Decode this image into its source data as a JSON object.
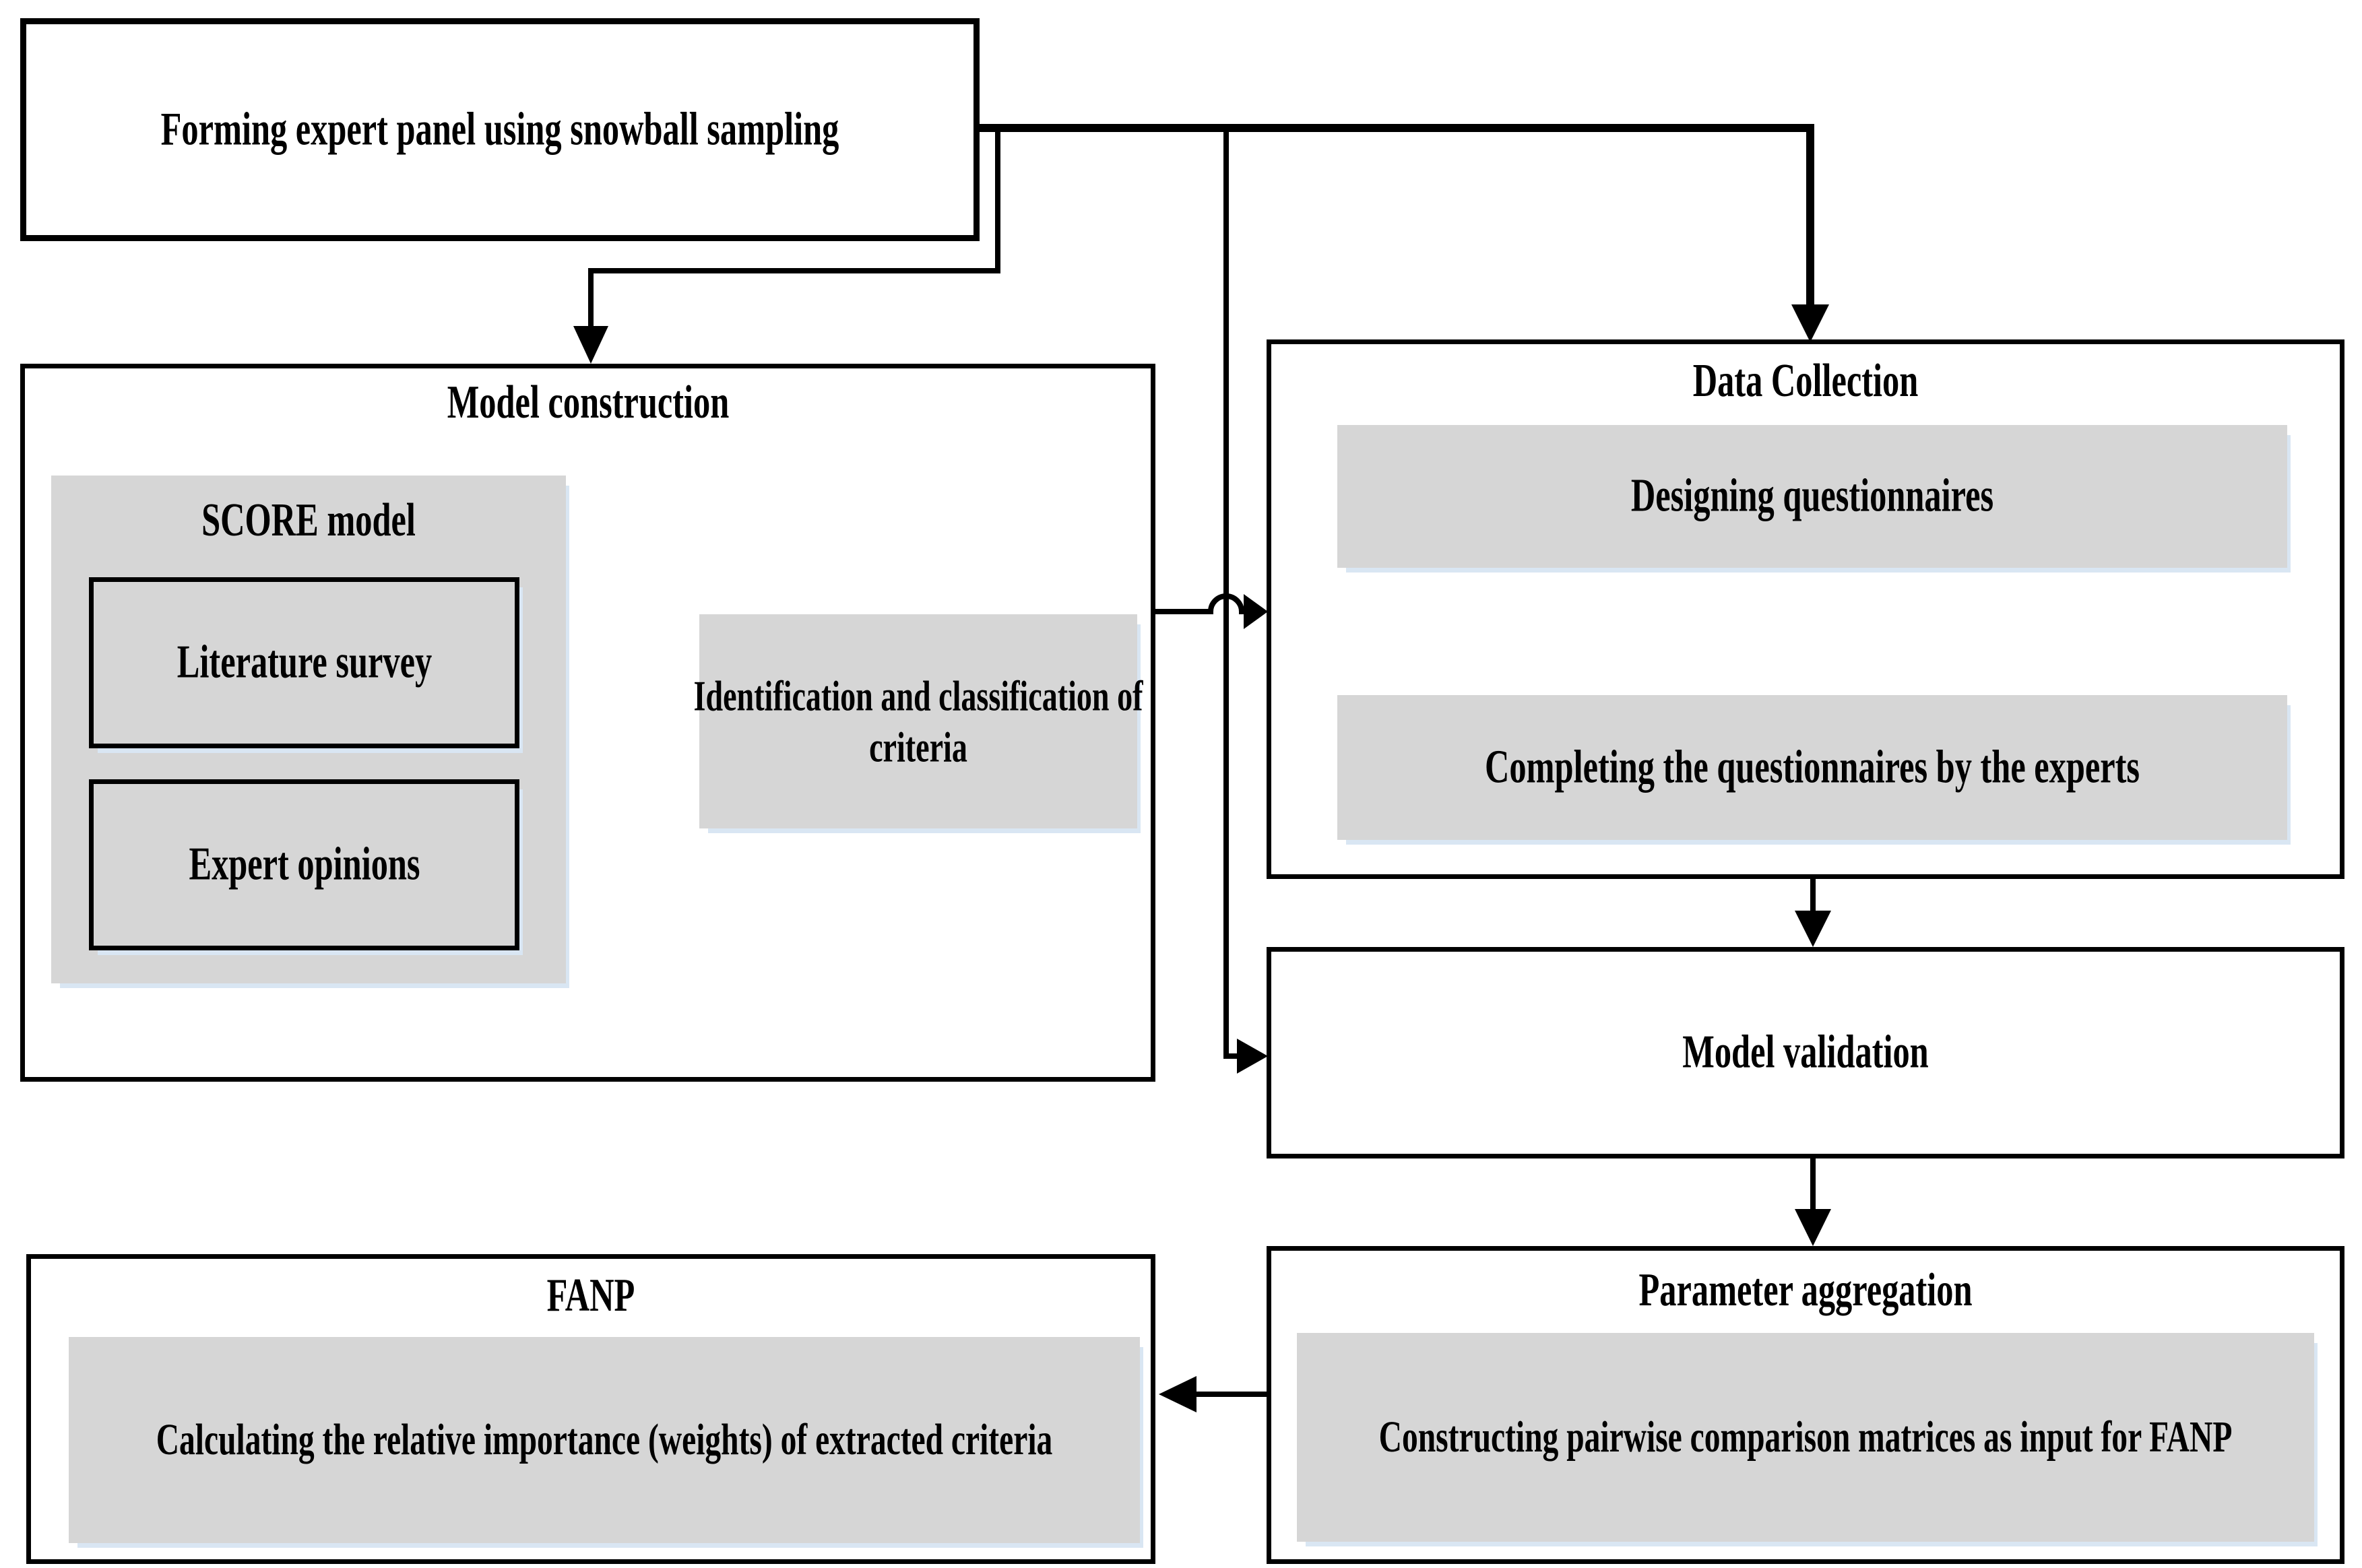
{
  "colors": {
    "box_fill_gray": "#d6d6d6",
    "shadow_blue": "#d9e6f3",
    "line_black": "#000000",
    "background": "#ffffff"
  },
  "top_box": {
    "label": "Forming expert panel using snowball sampling"
  },
  "model_construction": {
    "title": "Model construction",
    "score_model": {
      "title": "SCORE model",
      "items": [
        {
          "label": "Literature survey"
        },
        {
          "label": "Expert opinions"
        }
      ]
    },
    "identification": {
      "label": "Identification and classification of criteria"
    }
  },
  "data_collection": {
    "title": "Data Collection",
    "steps": [
      {
        "label": "Designing questionnaires"
      },
      {
        "label": "Completing the questionnaires by the experts"
      }
    ]
  },
  "model_validation": {
    "title": "Model validation"
  },
  "parameter_aggregation": {
    "title": "Parameter aggregation",
    "step": {
      "label": "Constructing pairwise comparison matrices as input for FANP"
    }
  },
  "fanp": {
    "title": "FANP",
    "step": {
      "label": "Calculating the relative importance (weights) of extracted criteria"
    }
  }
}
